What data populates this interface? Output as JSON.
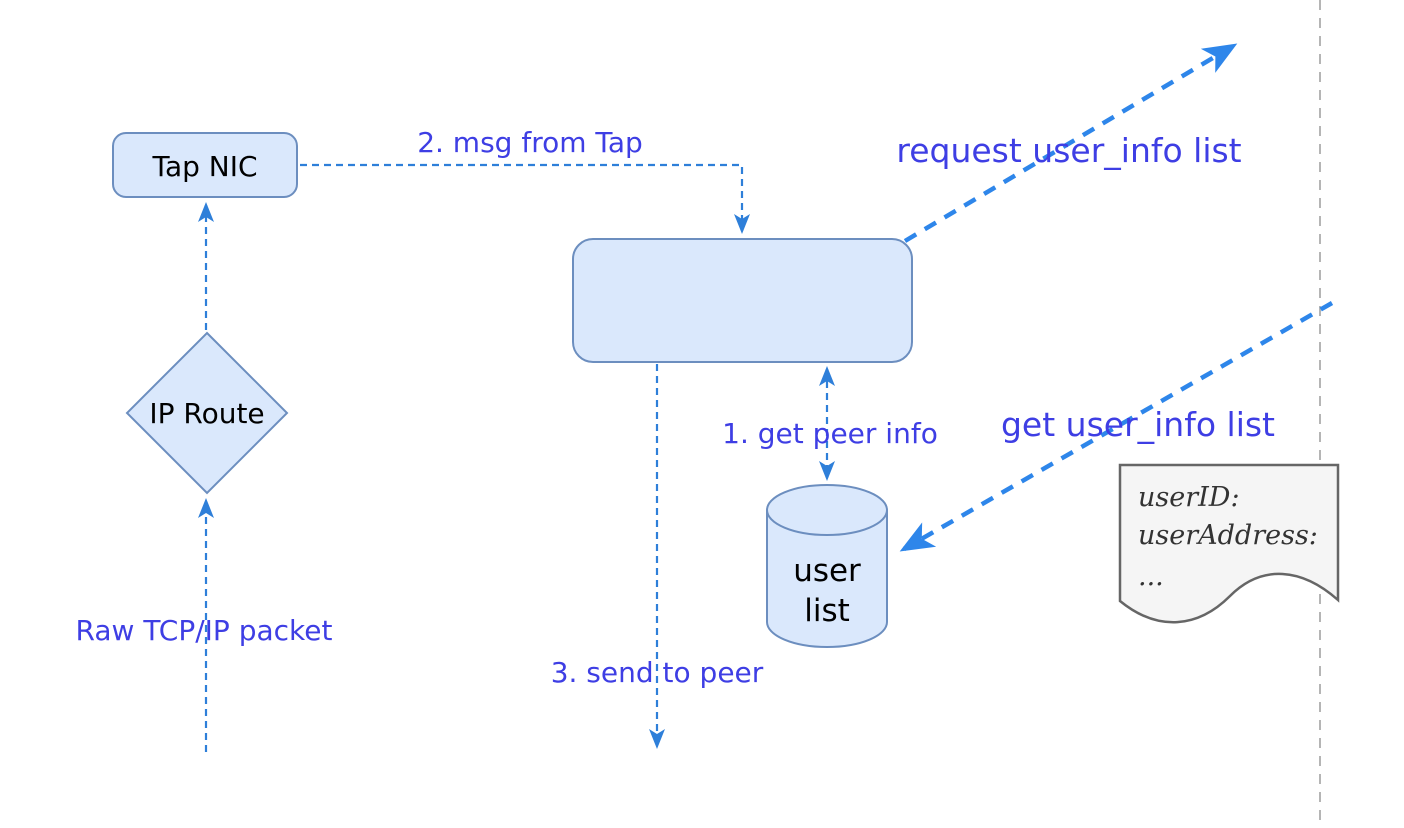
{
  "diagram": {
    "nodes": {
      "tap_nic": {
        "label": "Tap NIC"
      },
      "ip_route": {
        "label": "IP Route"
      },
      "process_box": {
        "label": ""
      },
      "user_list_db": {
        "line1": "user",
        "line2": "list"
      },
      "user_info_doc": {
        "lines": [
          "userID:",
          "userAddress:",
          "..."
        ]
      }
    },
    "labels": {
      "raw_packet": "Raw TCP/IP packet",
      "msg_from_tap": "2. msg from Tap",
      "get_peer_info": "1. get peer info",
      "send_to_peer": "3. send to peer",
      "request_user_info": "request user_info list",
      "get_user_info": "get user_info list"
    },
    "colors": {
      "shape_fill": "#dae8fc",
      "shape_stroke": "#6c8ebf",
      "connector_blue": "#2e7fd9",
      "thick_arrow_blue": "#2e86ea",
      "label_text": "#3e3ee4",
      "shape_text": "#000000",
      "doc_fill": "#f5f5f5",
      "doc_stroke": "#666666",
      "doc_text": "#333333",
      "guide_line_gray": "#b5b5b5"
    }
  }
}
